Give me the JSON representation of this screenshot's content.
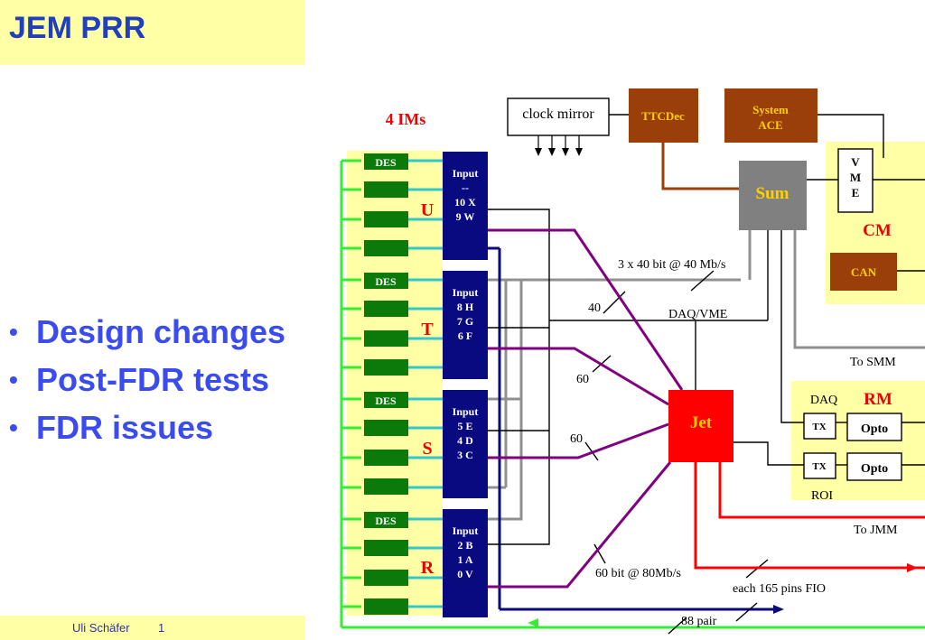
{
  "slide": {
    "title": "JEM PRR",
    "bullets": [
      "Design changes",
      "Post-FDR tests",
      "FDR issues"
    ],
    "footer_author": "Uli Schäfer",
    "footer_page": "1"
  },
  "diagram": {
    "ims_label": "4 IMs",
    "clock_mirror": "clock mirror",
    "ttcdec": "TTCDec",
    "system_ace_line1": "System",
    "system_ace_line2": "ACE",
    "sum": "Sum",
    "vme_v": "V",
    "vme_m": "M",
    "vme_e": "E",
    "cm": "CM",
    "can": "CAN",
    "jet": "Jet",
    "rm": "RM",
    "daq": "DAQ",
    "roi": "ROI",
    "tx": "TX",
    "opto": "Opto",
    "des": "DES",
    "input": "Input",
    "module_u": {
      "letter": "U",
      "l1": "--",
      "l2": "10 X",
      "l3": "9 W"
    },
    "module_t": {
      "letter": "T",
      "l1": "8 H",
      "l2": "7 G",
      "l3": "6 F"
    },
    "module_s": {
      "letter": "S",
      "l1": "5 E",
      "l2": "4 D",
      "l3": "3 C"
    },
    "module_r": {
      "letter": "R",
      "l1": "2 B",
      "l2": "1 A",
      "l3": "0 V"
    },
    "lbl_3x40": "3 x 40 bit @ 40 Mb/s",
    "lbl_40": "40",
    "lbl_daqvme": "DAQ/VME",
    "lbl_60a": "60",
    "lbl_60b": "60",
    "lbl_60bit": "60 bit @ 80Mb/s",
    "lbl_tosmm": "To SMM",
    "lbl_tojmm": "To JMM",
    "lbl_fio": "each 165 pins FIO",
    "lbl_88": "88 pair",
    "colors": {
      "title": "#1f3fbf",
      "bullet": "#3a4cf0",
      "band": "#ffffa6",
      "navy": "#0a0a80",
      "purple": "#800080",
      "red": "#ff0000",
      "green": "#33ee33",
      "brown": "#9a3f0a",
      "gray": "#808080",
      "cyan": "#30c8c8",
      "des_green": "#0b7a0b"
    }
  }
}
